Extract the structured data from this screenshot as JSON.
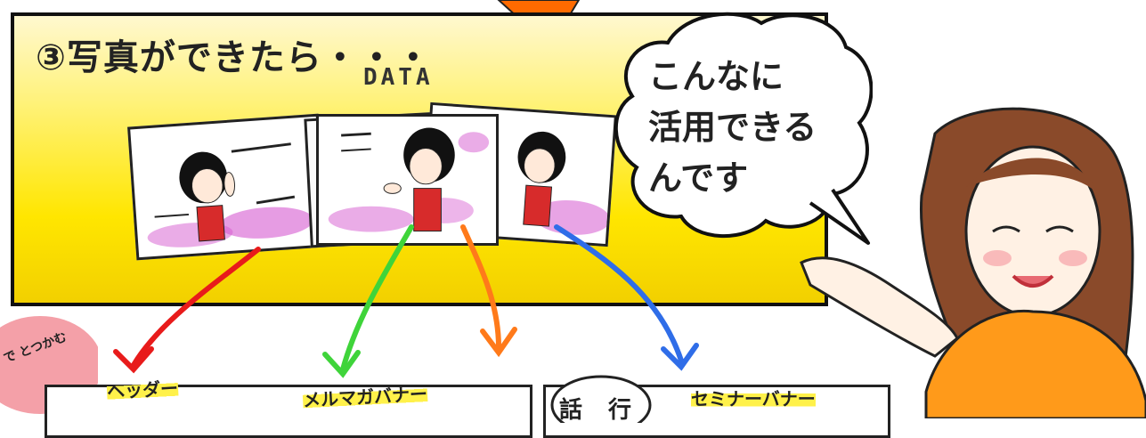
{
  "panel": {
    "title": "③写真ができたら・・・",
    "data_label": "DATA"
  },
  "bubble": {
    "text": "こんなに\n活用できる\nんです"
  },
  "bottom": {
    "header_label": "ヘッダー",
    "mailmag_label": "メルマガバナー",
    "seminar_label": "セミナーバナー",
    "talk_label": "話 行",
    "corner_label": "で とつかむ"
  },
  "colors": {
    "panel_yellow": "#ffe600",
    "arrow_top": "#ff6a00",
    "arrow_red": "#e81b1b",
    "arrow_green": "#3fd43a",
    "arrow_orange": "#ff7a1a",
    "arrow_blue": "#2f6de8",
    "pink_blob": "#f4a0a8",
    "highlight": "#fff14a",
    "woman_top": "#ff9a1a",
    "woman_hair": "#8a4a2a"
  },
  "icons": {
    "top_arrow": "arrow-down-icon",
    "speech_bubble": "speech-bubble-icon"
  }
}
